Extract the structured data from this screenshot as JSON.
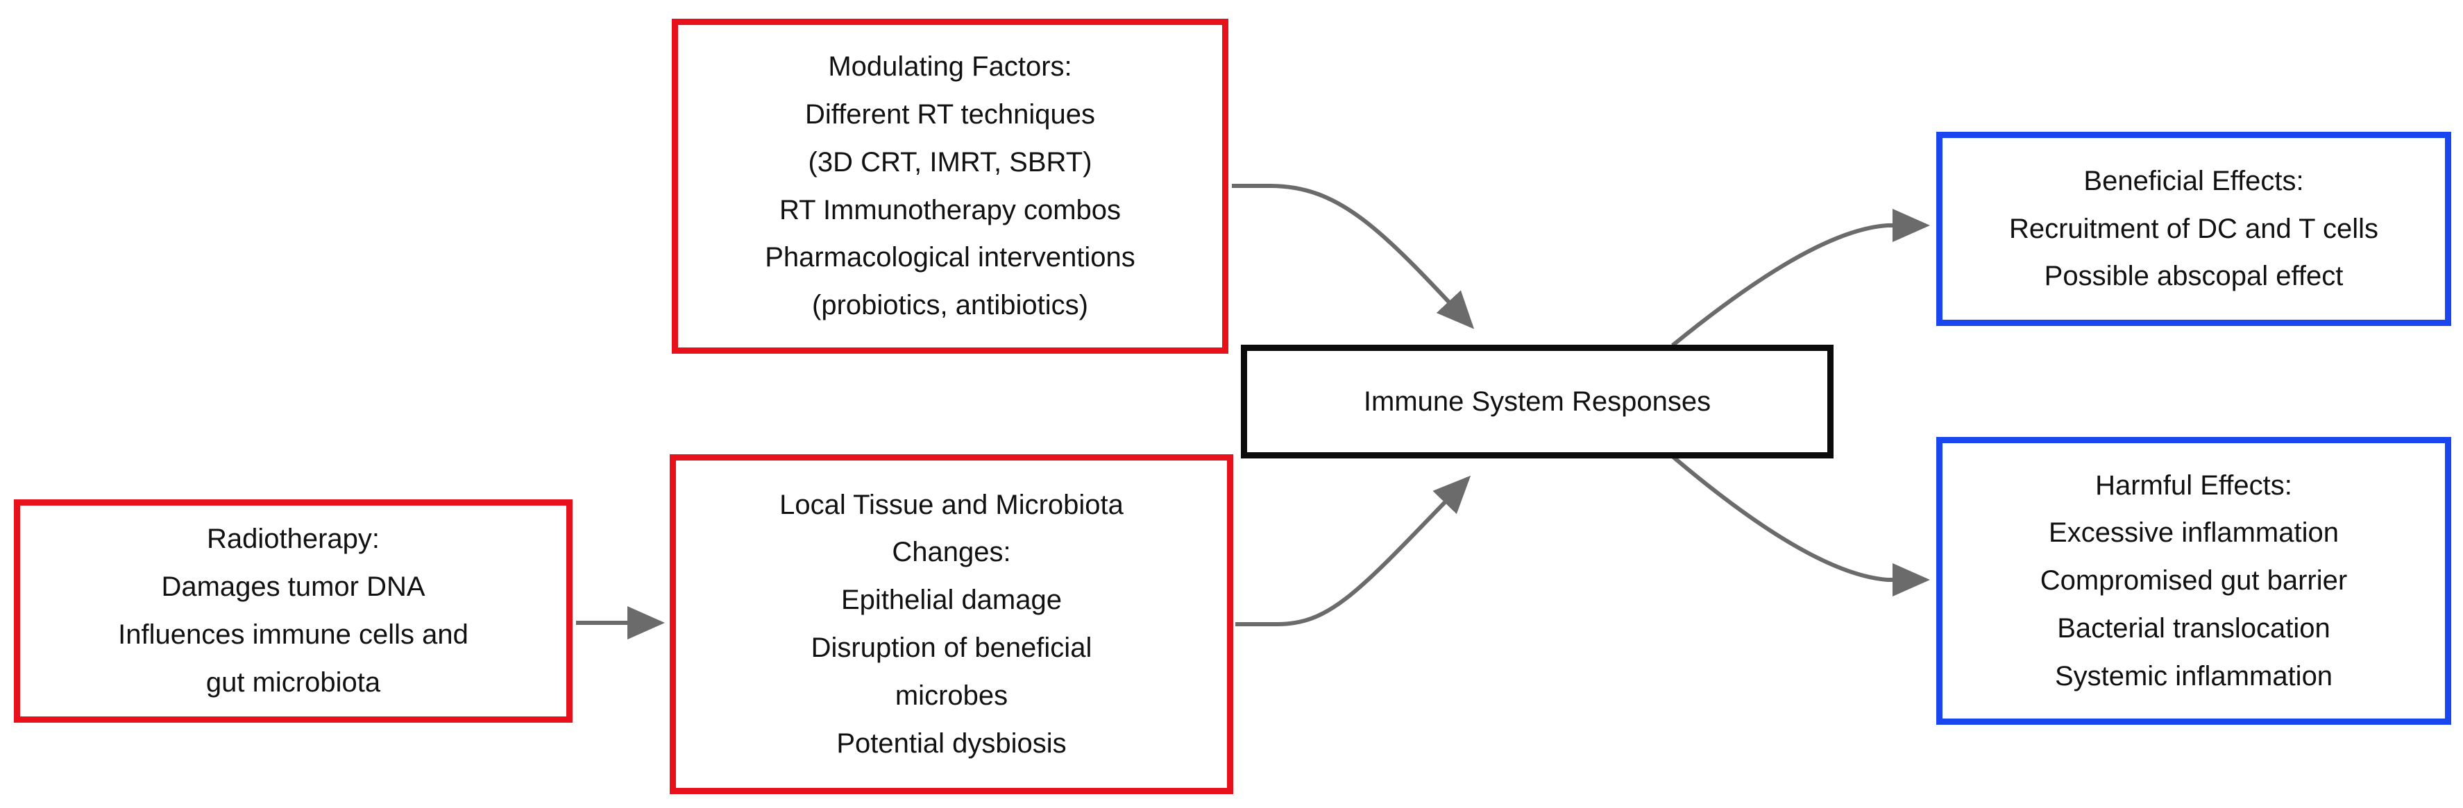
{
  "diagram": {
    "title": "Radiotherapy, microbiota and immune system responses flowchart",
    "colors": {
      "red_border": "#e8101b",
      "blue_border": "#1a46f0",
      "black_border": "#0b0b0b",
      "arrow": "#6b6b6b",
      "text": "#111111",
      "background": "#ffffff"
    },
    "nodes": [
      {
        "id": "modulating-factors",
        "kind": "red-box",
        "lines": [
          "Modulating Factors:",
          "Different RT techniques",
          "(3D CRT, IMRT, SBRT)",
          "RT Immunotherapy combos",
          "Pharmacological interventions",
          "(probiotics, antibiotics)"
        ]
      },
      {
        "id": "radiotherapy",
        "kind": "red-box",
        "lines": [
          "Radiotherapy:",
          "Damages tumor DNA",
          "Influences immune cells and",
          "gut microbiota"
        ]
      },
      {
        "id": "local-tissue",
        "kind": "red-box",
        "lines": [
          "Local Tissue and Microbiota",
          "Changes:",
          "Epithelial damage",
          "Disruption of beneficial",
          "microbes",
          "Potential dysbiosis"
        ]
      },
      {
        "id": "immune-response",
        "kind": "black-box",
        "lines": [
          "Immune System Responses"
        ]
      },
      {
        "id": "beneficial-effects",
        "kind": "blue-box",
        "lines": [
          "Beneficial Effects:",
          "Recruitment of DC and T cells",
          "Possible abscopal effect"
        ]
      },
      {
        "id": "harmful-effects",
        "kind": "blue-box",
        "lines": [
          "Harmful Effects:",
          "Excessive inflammation",
          "Compromised gut barrier",
          "Bacterial translocation",
          "Systemic inflammation"
        ]
      }
    ],
    "edges": [
      {
        "id": "radiotherapy-to-local-tissue",
        "from": "radiotherapy",
        "to": "local-tissue",
        "style": "straight-arrow"
      },
      {
        "id": "modulating-to-immune",
        "from": "modulating-factors",
        "to": "immune-response",
        "style": "curved-arrow"
      },
      {
        "id": "local-tissue-to-immune",
        "from": "local-tissue",
        "to": "immune-response",
        "style": "curved-arrow"
      },
      {
        "id": "immune-to-beneficial",
        "from": "immune-response",
        "to": "beneficial-effects",
        "style": "curved-arrow"
      },
      {
        "id": "immune-to-harmful",
        "from": "immune-response",
        "to": "harmful-effects",
        "style": "curved-arrow"
      }
    ]
  }
}
